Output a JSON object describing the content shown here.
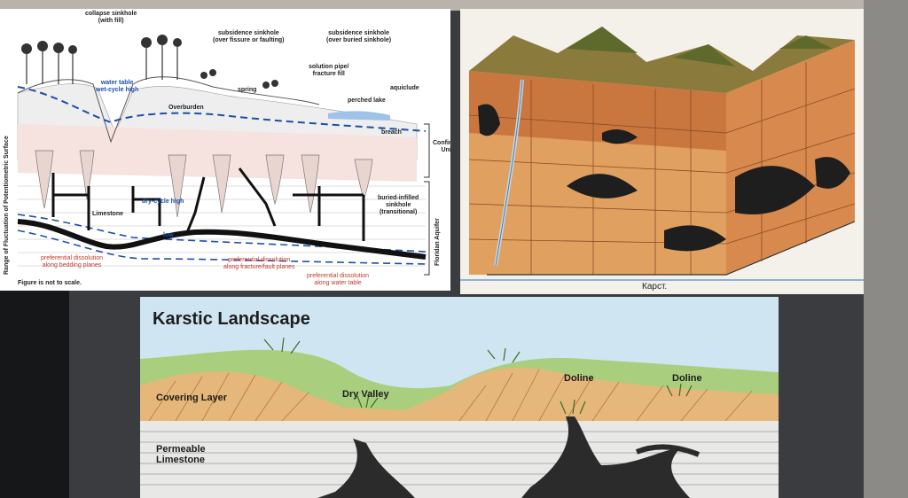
{
  "sinkhole_diagram": {
    "labels": {
      "collapse_sinkhole": "collapse sinkhole\n(with fill)",
      "subsidence_fissure": "subsidence sinkhole\n(over fissure or faulting)",
      "subsidence_buried": "subsidence sinkhole\n(over buried sinkhole)",
      "water_table_high": "water table\nwet-cycle high",
      "overburden": "Overburden",
      "spring": "spring",
      "solution_pipe": "solution pipe/\nfracture fill",
      "perched_lake": "perched lake",
      "aquiclude": "aquiclude",
      "breach": "breach",
      "confining_unit": "Confining\nUnit",
      "limestone": "Limestone",
      "dry_cycle_high": "dry-cycle high",
      "low": "low",
      "buried_sinkhole": "buried-infilled\nsinkhole\n(transitional)",
      "floridan_aquifer": "Floridan Aquifer",
      "range_label": "Range of Fluctuation of Potentiometric Surface",
      "pref_bedding": "preferential dissolution\nalong bedding planes",
      "pref_fracture": "preferential dissolution\nalong fracture/fault planes",
      "pref_water_table": "preferential dissolution\nalong water table",
      "not_to_scale": "Figure is not to scale."
    },
    "colors": {
      "water_line": "#1f4fa8",
      "annotation_red": "#c0392b",
      "conduit": "#111111"
    }
  },
  "karst_illustration": {
    "caption": "Карст."
  },
  "karstic_landscape": {
    "title": "Karstic Landscape",
    "labels": {
      "covering_layer": "Covering Layer",
      "dry_valley": "Dry Valley",
      "doline_1": "Doline",
      "doline_2": "Doline",
      "permeable_limestone": "Permeable\nLimestone"
    },
    "colors": {
      "sky": "#cfe6f2",
      "grass": "#a9cf7e",
      "covering": "#e6b77a",
      "limestone": "#e8e8e6",
      "cave": "#2b2b2b"
    }
  }
}
